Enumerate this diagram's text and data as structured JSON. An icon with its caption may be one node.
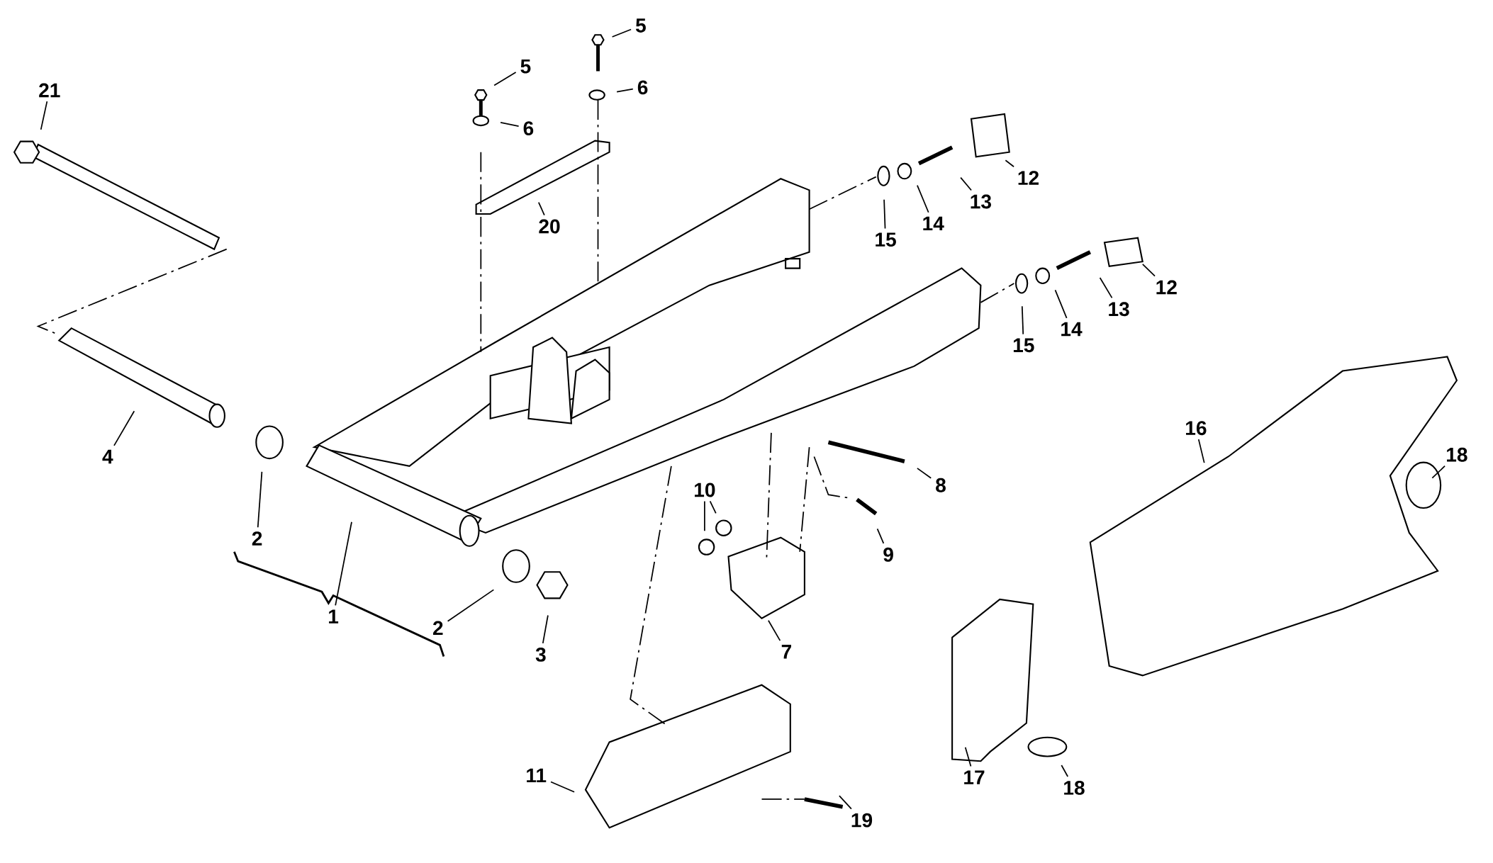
{
  "diagram": {
    "nodes": [
      {
        "text": [
          "5"
        ]
      },
      {
        "text": [
          "5"
        ]
      },
      {
        "text": [
          "6"
        ]
      },
      {
        "text": [
          "21"
        ]
      },
      {
        "text": [
          "6"
        ]
      },
      {
        "text": [
          "12"
        ]
      },
      {
        "text": [
          "13"
        ]
      },
      {
        "text": [
          "14"
        ]
      },
      {
        "text": [
          "20"
        ]
      },
      {
        "text": [
          "15"
        ]
      },
      {
        "text": [
          "12"
        ]
      },
      {
        "text": [
          "13"
        ]
      },
      {
        "text": [
          "14"
        ]
      },
      {
        "text": [
          "15"
        ]
      },
      {
        "text": [
          "16"
        ]
      },
      {
        "text": [
          "4"
        ]
      },
      {
        "text": [
          "18"
        ]
      },
      {
        "text": [
          "8"
        ]
      },
      {
        "text": [
          "10"
        ]
      },
      {
        "text": [
          "2"
        ]
      },
      {
        "text": [
          "9"
        ]
      },
      {
        "text": [
          "1"
        ]
      },
      {
        "text": [
          "2"
        ]
      },
      {
        "text": [
          "7"
        ]
      },
      {
        "text": [
          "3"
        ]
      },
      {
        "text": [
          "11"
        ]
      },
      {
        "text": [
          "17"
        ]
      },
      {
        "text": [
          "18"
        ]
      },
      {
        "text": [
          "19"
        ]
      }
    ],
    "edges": [
      {
        "from": 0,
        "to": null,
        "arrow": "none"
      },
      {
        "from": 1,
        "to": null,
        "arrow": "none"
      },
      {
        "from": 2,
        "to": null,
        "arrow": "none"
      },
      {
        "from": 3,
        "to": null,
        "arrow": "none"
      },
      {
        "from": 4,
        "to": null,
        "arrow": "none"
      },
      {
        "from": 5,
        "to": null,
        "arrow": "none"
      },
      {
        "from": 6,
        "to": null,
        "arrow": "none"
      },
      {
        "from": 7,
        "to": null,
        "arrow": "none"
      },
      {
        "from": 8,
        "to": null,
        "arrow": "none"
      },
      {
        "from": 9,
        "to": null,
        "arrow": "none"
      },
      {
        "from": 10,
        "to": null,
        "arrow": "none"
      },
      {
        "from": 11,
        "to": null,
        "arrow": "none"
      },
      {
        "from": 12,
        "to": null,
        "arrow": "none"
      },
      {
        "from": 13,
        "to": null,
        "arrow": "none"
      },
      {
        "from": 14,
        "to": null,
        "arrow": "none"
      },
      {
        "from": 15,
        "to": null,
        "arrow": "none"
      },
      {
        "from": 16,
        "to": null,
        "arrow": "none"
      },
      {
        "from": 17,
        "to": null,
        "arrow": "none"
      },
      {
        "from": 18,
        "to": null,
        "arrow": "none"
      },
      {
        "from": 18,
        "to": null,
        "arrow": "none"
      },
      {
        "from": 19,
        "to": null,
        "arrow": "none"
      },
      {
        "from": 20,
        "to": null,
        "arrow": "none"
      },
      {
        "from": 21,
        "to": null,
        "arrow": "none"
      },
      {
        "from": 22,
        "to": null,
        "arrow": "none"
      },
      {
        "from": 23,
        "to": null,
        "arrow": "none"
      },
      {
        "from": 24,
        "to": null,
        "arrow": "none"
      },
      {
        "from": 25,
        "to": null,
        "arrow": "none"
      },
      {
        "from": 26,
        "to": null,
        "arrow": "none"
      },
      {
        "from": 27,
        "to": null,
        "arrow": "none"
      },
      {
        "from": 28,
        "to": null,
        "arrow": "none"
      }
    ]
  }
}
